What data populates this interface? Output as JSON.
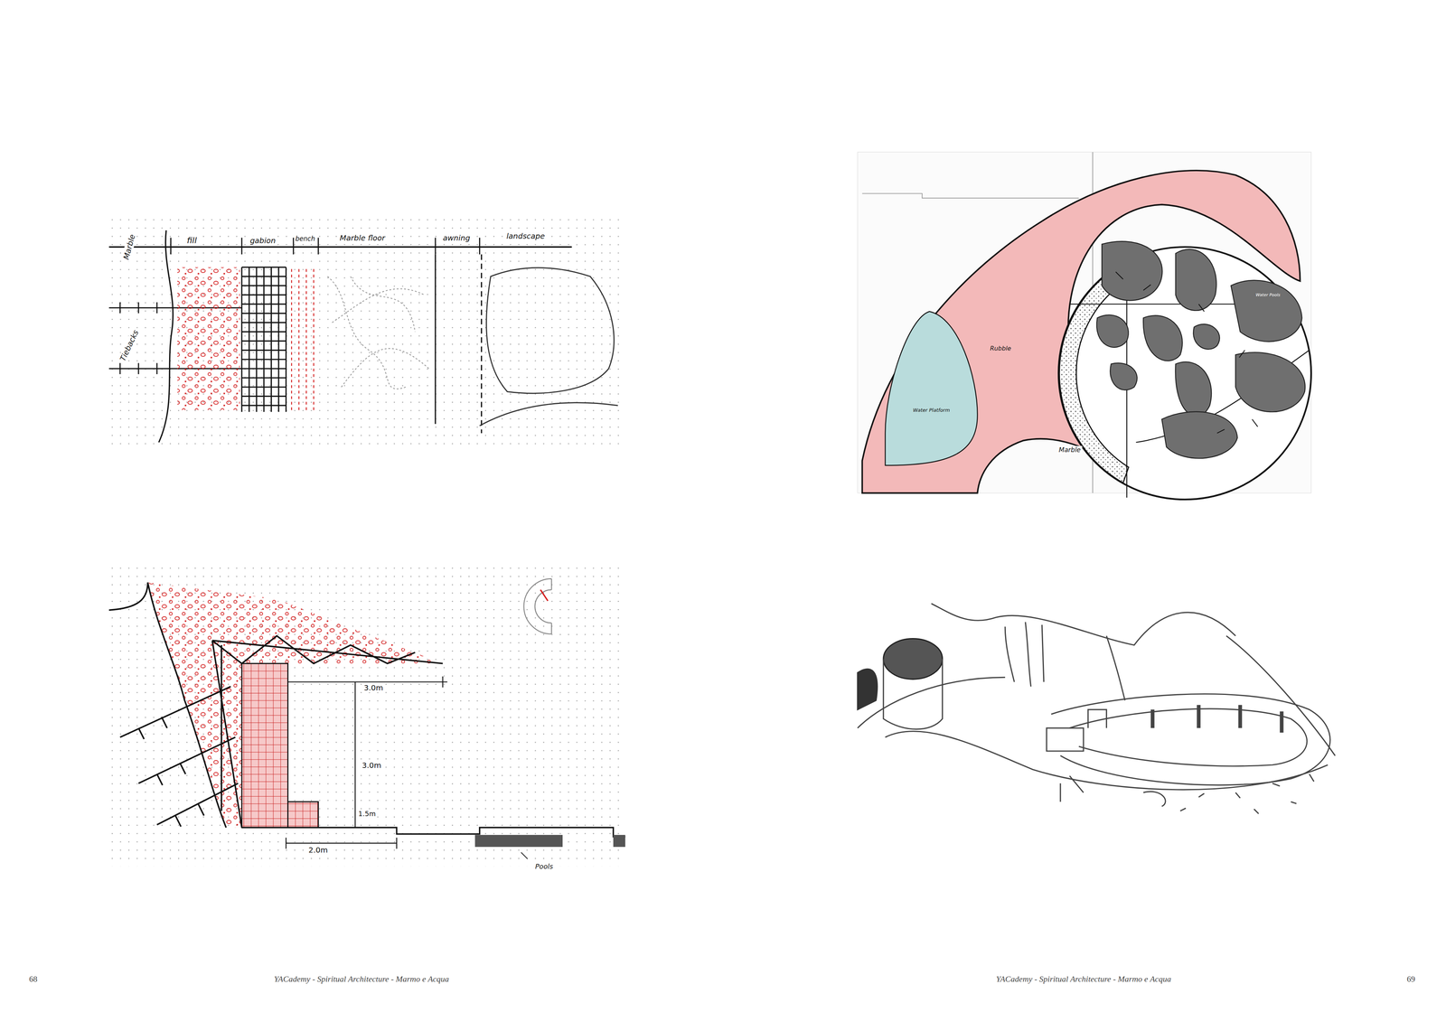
{
  "diagram": {
    "labels": [
      "Marble",
      "fill",
      "gabion",
      "bench",
      "Marble floor",
      "awning",
      "landscape",
      "Tiebacks",
      "Rubble",
      "Water Platform",
      "Marble",
      "Water Pools",
      "3.0m",
      "3.0m",
      "1.5m",
      "2.0m",
      "Pools",
      "68",
      "YACademy - Spiritual Architecture - Marmo e Acqua",
      "YACademy - Spiritual Architecture - Marmo e Acqua",
      "69"
    ]
  }
}
